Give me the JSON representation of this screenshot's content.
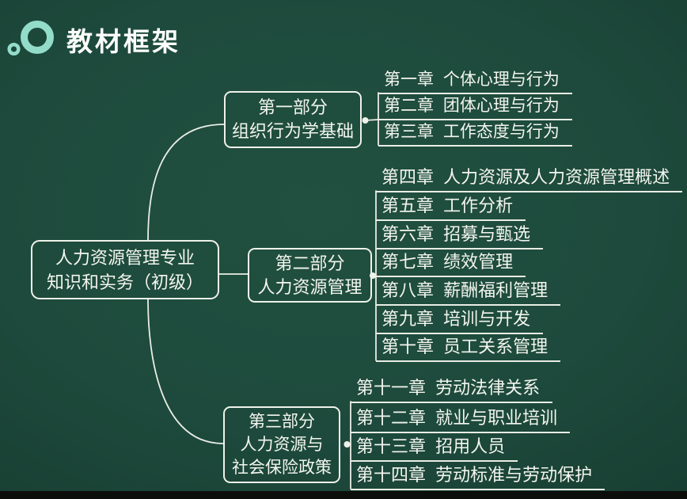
{
  "header": {
    "title": "教材框架"
  },
  "colors": {
    "background": "#1d4a3c",
    "ink": "#f0f3ec",
    "line": "#e9ede5",
    "logo": "#93dcc9",
    "bottom_bar": "#0c0e0c"
  },
  "root": {
    "lines": [
      "人力资源管理专业",
      "知识和实务（初级）"
    ]
  },
  "branches": [
    {
      "lines": [
        "第一部分",
        "组织行为学基础"
      ],
      "chapters": [
        "第一章 个体心理与行为",
        "第二章 团体心理与行为",
        "第三章 工作态度与行为"
      ]
    },
    {
      "lines": [
        "第二部分",
        "人力资源管理"
      ],
      "chapters": [
        "第四章 人力资源及人力资源管理概述",
        "第五章 工作分析",
        "第六章 招募与甄选",
        "第七章 绩效管理",
        "第八章 薪酬福利管理",
        "第九章 培训与开发",
        "第十章 员工关系管理"
      ]
    },
    {
      "lines": [
        "第三部分",
        "人力资源与",
        "社会保险政策"
      ],
      "chapters": [
        "第十一章 劳动法律关系",
        "第十二章 就业与职业培训",
        "第十三章 招用人员",
        "第十四章 劳动标准与劳动保护"
      ]
    }
  ]
}
